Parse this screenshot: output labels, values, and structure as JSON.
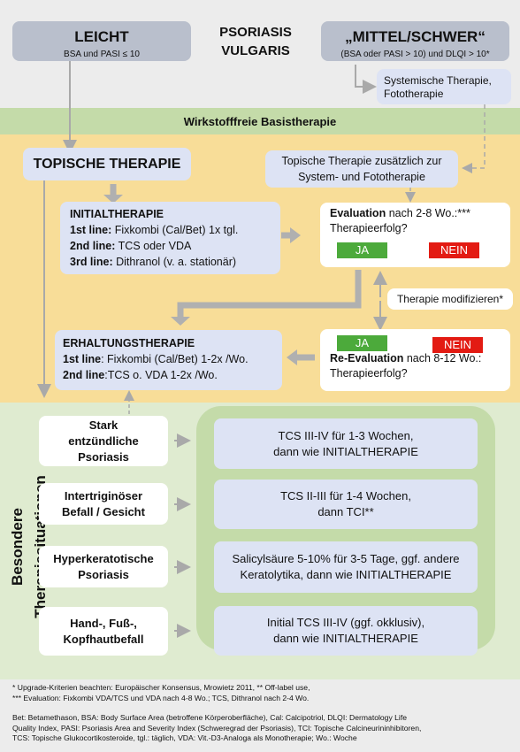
{
  "header": {
    "leicht_title": "LEICHT",
    "leicht_sub": "BSA und PASI ≤ 10",
    "center_title_1": "PSORIASIS",
    "center_title_2": "VULGARIS",
    "schwer_title": "„MITTEL/SCHWER“",
    "schwer_sub": "(BSA oder PASI > 10) und DLQI > 10*",
    "systemic_1": "Systemische Therapie,",
    "systemic_2": "Fototherapie"
  },
  "basis": "Wirkstofffreie Basistherapie",
  "topical": {
    "title": "TOPISCHE THERAPIE",
    "additional_1": "Topische Therapie zusätzlich zur",
    "additional_2": "System- und Fototherapie"
  },
  "initial": {
    "title": "INITIALTHERAPIE",
    "line1_label": "1st line:",
    "line1_text": " Fixkombi (Cal/Bet) 1x tgl.",
    "line2_label": "2nd line:",
    "line2_text": " TCS oder VDA",
    "line3_label": "3rd line:",
    "line3_text": " Dithranol (v. a. stationär)"
  },
  "evaluation": {
    "label_bold": "Evaluation",
    "label_rest": " nach 2-8 Wo.:***",
    "question": "Therapieerfolg?",
    "yes": "JA",
    "no": "NEIN"
  },
  "modify": "Therapie modifizieren*",
  "maintenance": {
    "title": "ERHALTUNGSTHERAPIE",
    "line1_label": "1st line",
    "line1_text": ": Fixkombi (Cal/Bet) 1-2x /Wo.",
    "line2_label": "2nd line",
    "line2_text": ":TCS o. VDA  1-2x /Wo."
  },
  "reevaluation": {
    "yes": "JA",
    "no": "NEIN",
    "label_bold": "Re-Evaluation",
    "label_rest": " nach 8-12 Wo.:",
    "question": "Therapieerfolg?"
  },
  "special": {
    "vertical_label": "Besondere Therapiesituationen",
    "rows": [
      {
        "situation": [
          "Stark",
          "entzündliche",
          "Psoriasis"
        ],
        "therapy": [
          "TCS III-IV für 1-3 Wochen,",
          "dann wie INITIALTHERAPIE"
        ]
      },
      {
        "situation": [
          "Intertriginöser",
          "Befall / Gesicht"
        ],
        "therapy": [
          "TCS II-III für 1-4 Wochen,",
          "dann TCI**"
        ]
      },
      {
        "situation": [
          "Hyperkeratotische",
          "Psoriasis"
        ],
        "therapy": [
          "Salicylsäure 5-10% für 3-5 Tage, ggf. andere",
          "Keratolytika, dann wie INITIALTHERAPIE"
        ]
      },
      {
        "situation": [
          "Hand-, Fuß-,",
          "Kopfhautbefall"
        ],
        "therapy": [
          "Initial TCS III-IV (ggf. okklusiv),",
          "dann wie INITIALTHERAPIE"
        ]
      }
    ]
  },
  "footnotes": {
    "f1": "* Upgrade-Kriterien beachten: Europäischer Konsensus, Mrowietz 2011,  ** Off-label use,",
    "f2": "*** Evaluation: Fixkombi VDA/TCS und VDA nach 4-8 Wo.; TCS, Dithranol nach 2-4 Wo.",
    "abbr1": "Bet: Betamethason, BSA: Body Surface Area (betroffene Körperoberfläche), Cal: Calcipotriol, DLQI: Dermatology Life",
    "abbr2": "Quality Index, PASI: Psoriasis Area and Severity Index (Schweregrad der Psoriasis), TCI: Topische Calcineurininhibitoren,",
    "abbr3": "TCS: Topische Glukocortikosteroide, tgl.: täglich, VDA: Vit.-D3-Analoga als Monotherapie; Wo.: Woche"
  },
  "colors": {
    "grey_box": "#b9bfcc",
    "blue_box": "#dde3f4",
    "basis_green": "#c4dba9",
    "topical_yellow": "#f8dd98",
    "special_green": "#dfebd0",
    "yes_green": "#4caa3b",
    "no_red": "#e31b13",
    "arrow_grey": "#a9a9a9"
  }
}
